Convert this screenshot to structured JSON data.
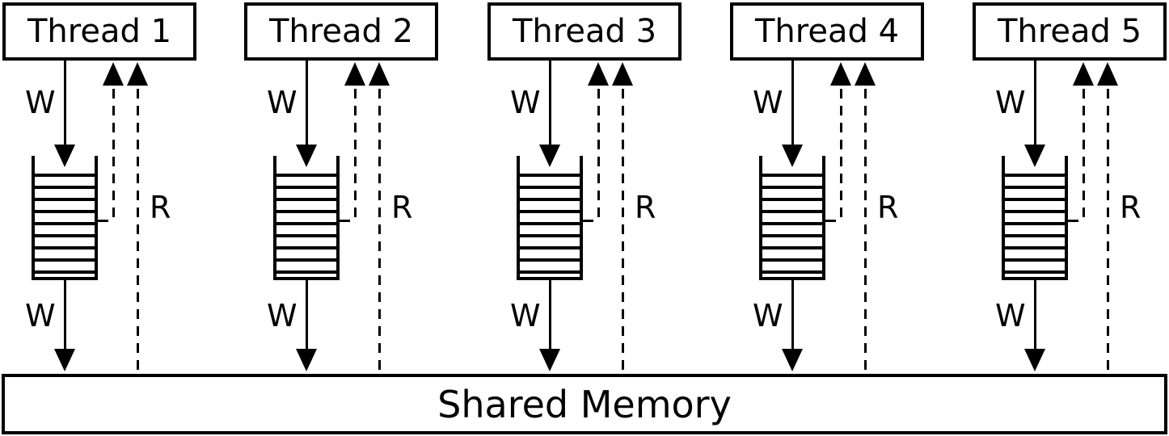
{
  "diagram": {
    "title_hint": "threads-store-buffers-shared-memory",
    "threads": [
      {
        "label": "Thread 1"
      },
      {
        "label": "Thread 2"
      },
      {
        "label": "Thread 3"
      },
      {
        "label": "Thread 4"
      },
      {
        "label": "Thread 5"
      }
    ],
    "labels": {
      "write": "W",
      "read": "R"
    },
    "shared_memory_label": "Shared Memory",
    "colors": {
      "line": "#000000",
      "background": "#ffffff",
      "text": "#000000"
    }
  }
}
